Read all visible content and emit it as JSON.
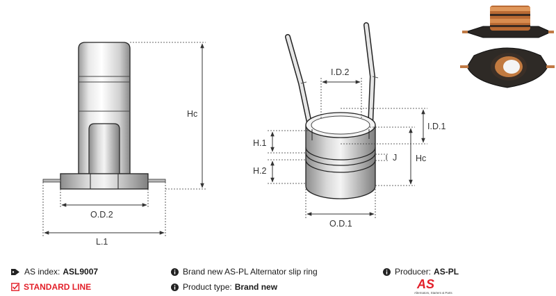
{
  "diagram": {
    "left_view_labels": {
      "height": "Hc",
      "outer_diameter": "O.D.2",
      "length": "L.1"
    },
    "right_view_labels": {
      "inner_diameter_2": "I.D.2",
      "inner_diameter_1": "I.D.1",
      "height_1": "H.1",
      "height_2": "H.2",
      "gap": "J",
      "height": "Hc",
      "outer_diameter": "O.D.1"
    }
  },
  "info": {
    "as_index_label": "AS index:",
    "as_index_value": "ASL9007",
    "standard_line": "STANDARD LINE",
    "description": "Brand new AS-PL Alternator slip ring",
    "product_type_label": "Product type:",
    "product_type_value": "Brand new",
    "producer_label": "Producer:",
    "producer_value": "AS-PL"
  },
  "logo": {
    "mark": "AS",
    "tagline": "Alternators, Starters & Parts"
  },
  "colors": {
    "accent_red": "#e3202a",
    "line": "#333333",
    "copper": "#c8753c"
  },
  "icons": [
    "tag-icon",
    "checkbox-icon",
    "info-icon"
  ]
}
